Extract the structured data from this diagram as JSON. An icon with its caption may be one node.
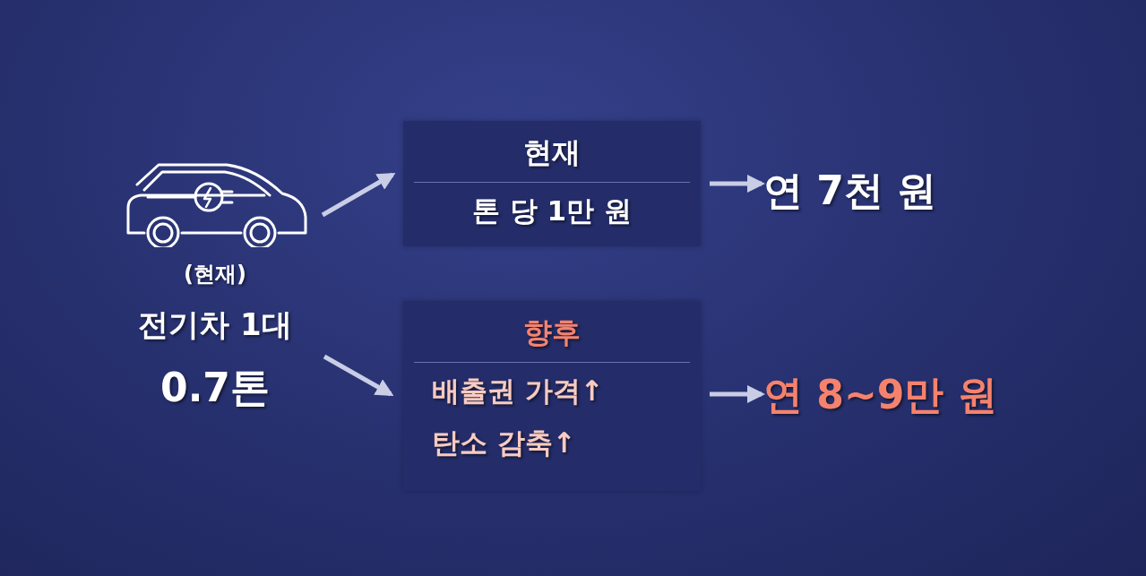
{
  "diagram": {
    "nodes": [
      {
        "text": [
          "(현재)",
          "전기차 1대",
          "0.7톤"
        ]
      },
      {
        "text": [
          "현재",
          "톤 당 1만 원"
        ]
      },
      {
        "text": [
          "향후",
          "배출권 가격↑",
          "탄소 감축↑"
        ]
      },
      {
        "text": [
          "연 7천 원"
        ]
      },
      {
        "text": [
          "연 8~9만 원"
        ]
      }
    ],
    "edges": [
      {
        "from": 0,
        "to": 1,
        "arrow": "to"
      },
      {
        "from": 0,
        "to": 2,
        "arrow": "to"
      },
      {
        "from": 1,
        "to": 3,
        "arrow": "to"
      },
      {
        "from": 2,
        "to": 4,
        "arrow": "to"
      }
    ]
  }
}
